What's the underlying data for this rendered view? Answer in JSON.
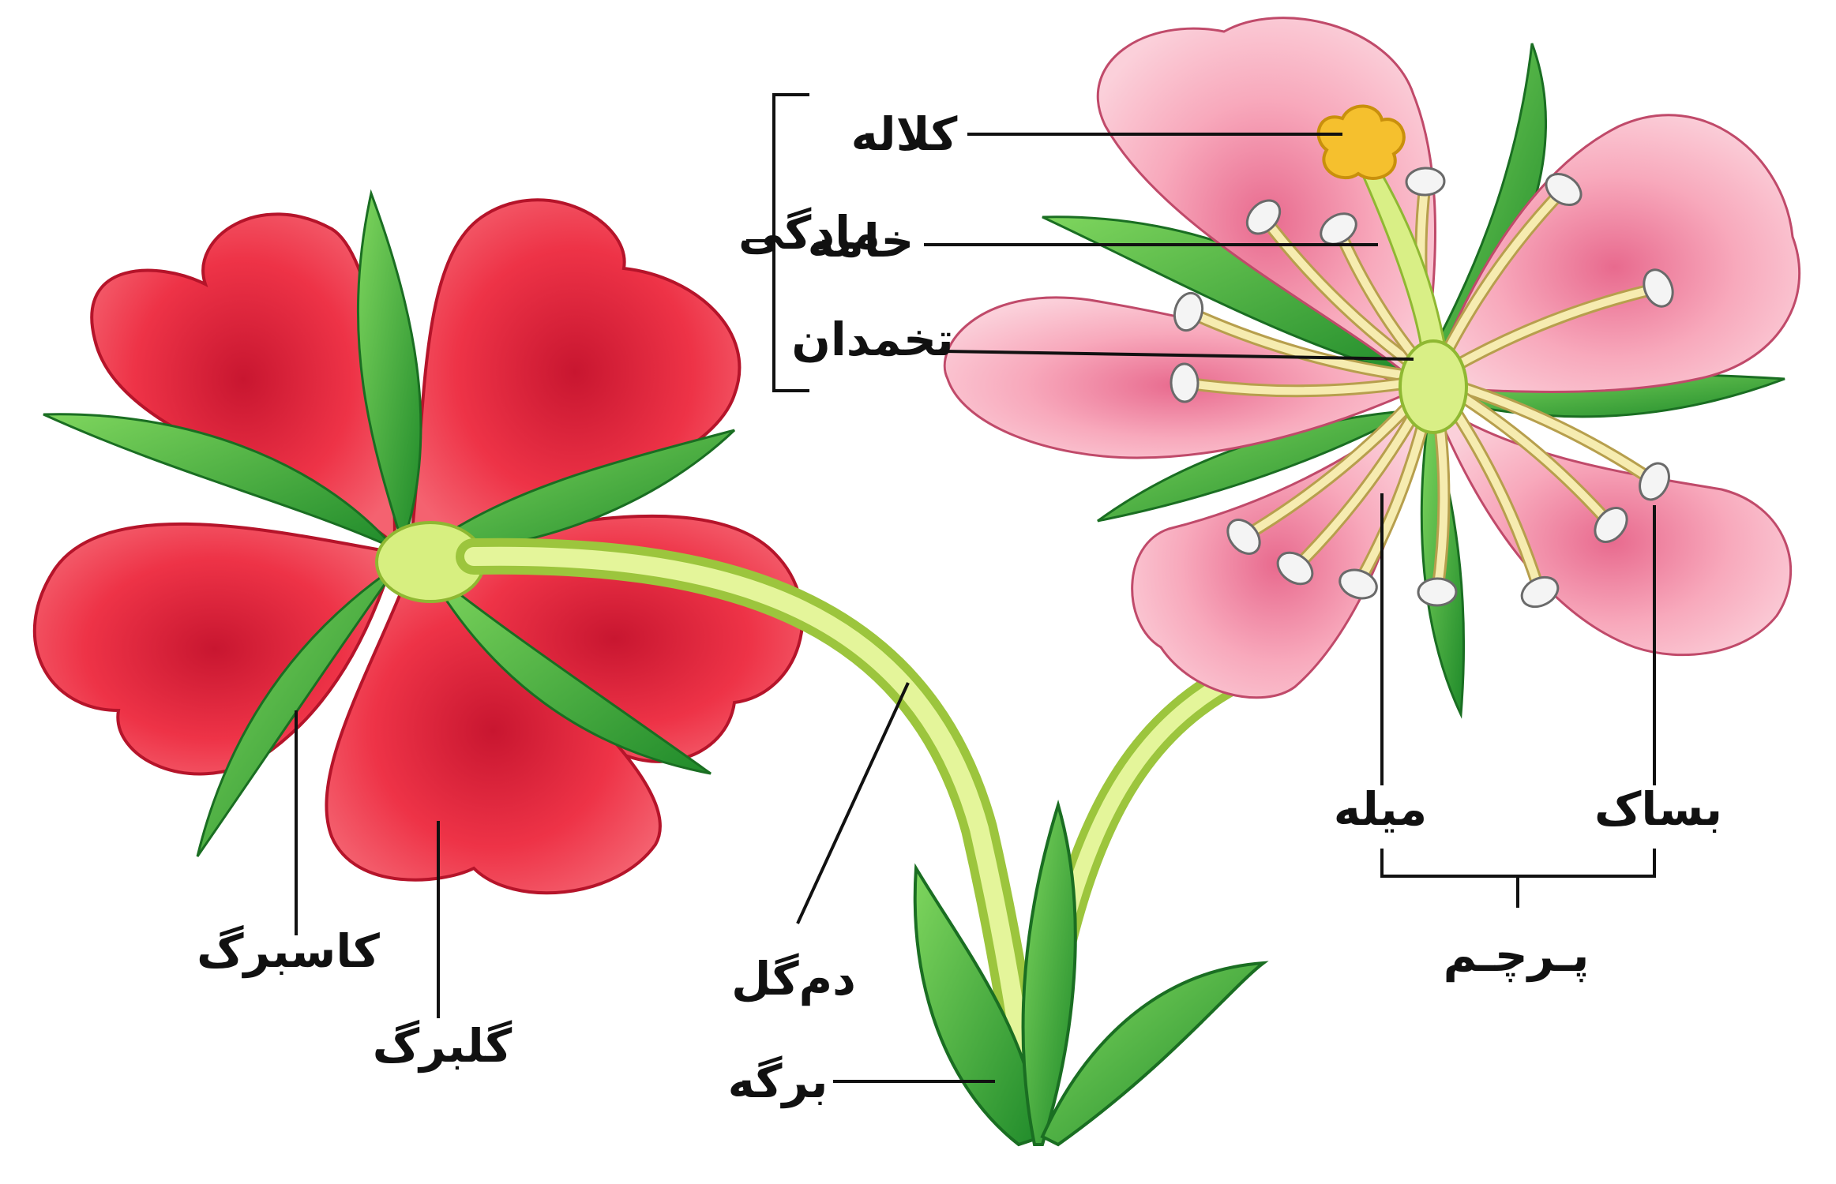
{
  "labels": {
    "pistil": "مادگی",
    "stigma": "کلاله",
    "style": "خامه",
    "ovary": "تخمدان",
    "sepal": "کاسبرگ",
    "petal": "گلبرگ",
    "peduncle": "دم‌گل",
    "leaf": "برگه",
    "filament": "میله",
    "anther": "بساک",
    "stamen": "پـرچـم"
  },
  "colors": {
    "red_petal": "#e8283e",
    "red_petal_dark": "#b5142a",
    "pink_petal": "#f7a3b7",
    "pink_petal_dark": "#e0577a",
    "leaf_green": "#3fae3a",
    "leaf_dark": "#1f7a25",
    "stem": "#c8e66a",
    "stigma": "#f5c02e"
  }
}
